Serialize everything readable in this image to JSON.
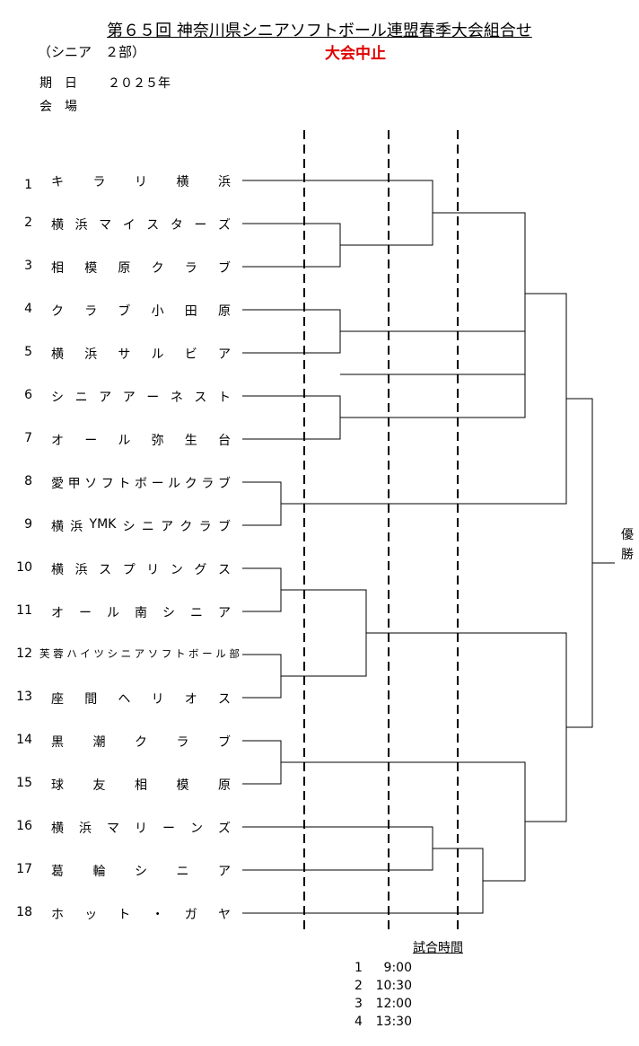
{
  "header": {
    "title": "第６５回 神奈川県シニアソフトボール連盟春季大会組合せ",
    "division": "（シニア　２部）",
    "cancel_notice": "大会中止",
    "date_label": "期　日",
    "date_value": "２０２５年",
    "venue_label": "会　場"
  },
  "teams": [
    {
      "num": "1",
      "name": "キラリ横浜"
    },
    {
      "num": "2",
      "name": "横浜マイスターズ"
    },
    {
      "num": "3",
      "name": "相模原クラブ"
    },
    {
      "num": "4",
      "name": "クラブ小田原"
    },
    {
      "num": "5",
      "name": "横浜サルビア"
    },
    {
      "num": "6",
      "name": "シニアアーネスト"
    },
    {
      "num": "7",
      "name": "オール弥生台"
    },
    {
      "num": "8",
      "name": "愛甲ソフトボールクラブ"
    },
    {
      "num": "9",
      "name": "横浜YMKシニアクラブ"
    },
    {
      "num": "10",
      "name": "横浜スプリングス"
    },
    {
      "num": "11",
      "name": "オール南シニア"
    },
    {
      "num": "12",
      "name": "芙蓉ハイツシニアソフトボール部"
    },
    {
      "num": "13",
      "name": "座間ヘリオス"
    },
    {
      "num": "14",
      "name": "黒潮クラブ"
    },
    {
      "num": "15",
      "name": "球友相模原"
    },
    {
      "num": "16",
      "name": "横浜マリーンズ"
    },
    {
      "num": "17",
      "name": "葛輪シニア"
    },
    {
      "num": "18",
      "name": "ホット・ガヤ"
    }
  ],
  "winner_label": "優勝",
  "schedule": {
    "title": "試合時間",
    "rows": [
      {
        "num": "1",
        "time": "9:00"
      },
      {
        "num": "2",
        "time": "10:30"
      },
      {
        "num": "3",
        "time": "12:00"
      },
      {
        "num": "4",
        "time": "13:30"
      }
    ]
  }
}
